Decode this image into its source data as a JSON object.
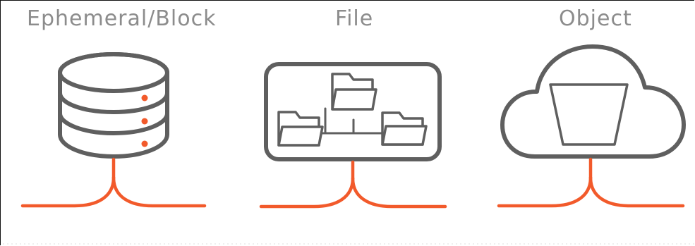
{
  "labels": {
    "block": "Ephemeral/Block",
    "file": "File",
    "object": "Object"
  },
  "icons": {
    "block": "database-icon",
    "file": "folder-network-icon",
    "object": "cloud-storage-icon"
  },
  "colors": {
    "outline": "#5f5f5f",
    "accent": "#f25a2b",
    "label": "#8c8c8c",
    "background": "#ffffff"
  }
}
